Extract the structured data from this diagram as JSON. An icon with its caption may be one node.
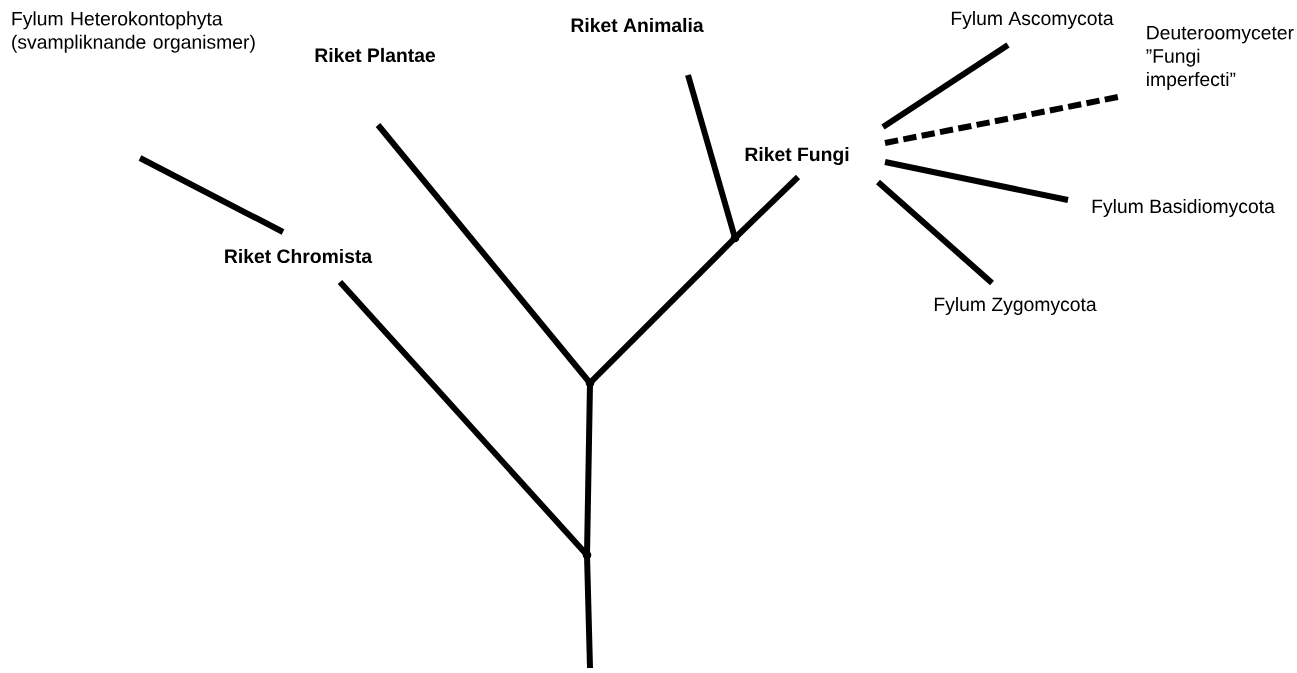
{
  "diagram": {
    "labels": [
      "Fylum Heterokontophyta (svampliknande organismer)"
    ],
    "nodes": [
      {
        "text": [
          "Riket Plantae"
        ]
      },
      {
        "text": [
          "Riket Animalia"
        ]
      },
      {
        "text": [
          "Deuteroomyceter ”Fungi imperfecti”"
        ]
      },
      {
        "text": [
          "Fylum Ascomycota"
        ]
      },
      {
        "text": [
          "Riket Chromista"
        ]
      },
      {
        "text": [
          "Riket Fungi"
        ]
      },
      {
        "text": [
          "Fylum Basidiomycota"
        ]
      },
      {
        "text": [
          "Fylum Zygomycota"
        ]
      },
      {
        "text": [],
        "shape": "point"
      },
      {
        "text": [],
        "shape": "point"
      },
      {
        "text": [],
        "shape": "point"
      }
    ],
    "edges": [
      {
        "from": null,
        "to": 4,
        "arrow": "none"
      },
      {
        "from": 4,
        "to": 8,
        "arrow": "none"
      },
      {
        "from": null,
        "to": 8,
        "arrow": "none"
      },
      {
        "from": 8,
        "to": 9,
        "arrow": "none"
      },
      {
        "from": 0,
        "to": 9,
        "arrow": "none"
      },
      {
        "from": 9,
        "to": 10,
        "arrow": "none"
      },
      {
        "from": 10,
        "to": 5,
        "arrow": "none"
      },
      {
        "from": 1,
        "to": 10,
        "arrow": "none"
      },
      {
        "from": 5,
        "to": 3,
        "arrow": "none"
      },
      {
        "from": 5,
        "to": 2,
        "arrow": "none",
        "style": "dashed"
      },
      {
        "from": 5,
        "to": 6,
        "arrow": "none"
      },
      {
        "from": 5,
        "to": 7,
        "arrow": "none"
      }
    ]
  }
}
